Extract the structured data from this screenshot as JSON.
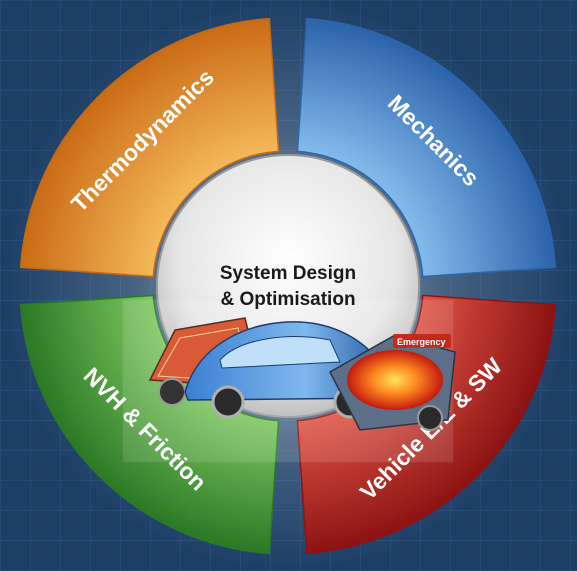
{
  "segments": [
    {
      "id": "thermodynamics",
      "label": "Thermodynamics",
      "color": "#f0a030",
      "color_dark": "#c46a14"
    },
    {
      "id": "mechanics",
      "label": "Mechanics",
      "color": "#5aa2e2",
      "color_dark": "#2b66ad"
    },
    {
      "id": "vehicle-ee-sw",
      "label": "Vehicle E/E & SW",
      "color": "#d23a32",
      "color_dark": "#8c1414"
    },
    {
      "id": "nvh-friction",
      "label": "NVH & Friction",
      "color": "#5fb24a",
      "color_dark": "#2b7a26"
    }
  ],
  "center": {
    "line1": "System Design",
    "line2": "& Optimisation"
  },
  "image_badge": {
    "text": "Emergency"
  },
  "colors": {
    "background": "#1d3f66",
    "grid": "#2c5480"
  }
}
